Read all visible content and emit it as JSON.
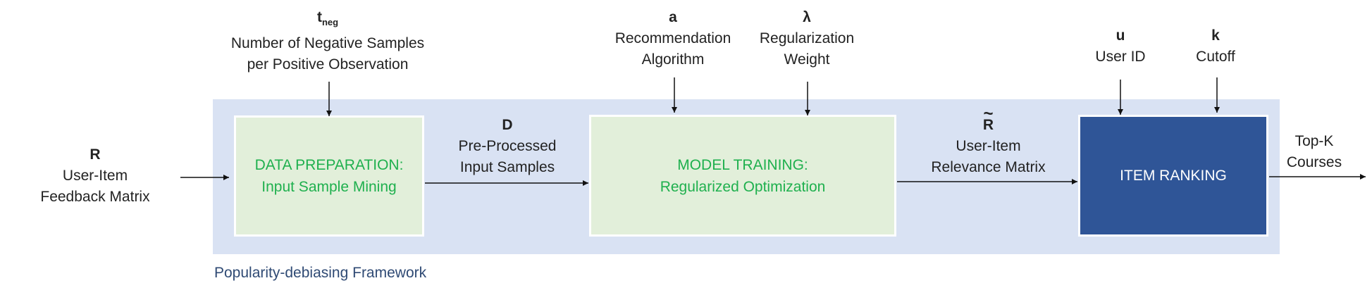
{
  "framework": {
    "label": "Popularity-debiasing Framework"
  },
  "input": {
    "symbol": "R",
    "line1": "User-Item",
    "line2": "Feedback Matrix"
  },
  "boxes": {
    "data_prep": {
      "line1": "DATA PREPARATION:",
      "line2": "Input Sample Mining"
    },
    "model_training": {
      "line1": "MODEL TRAINING:",
      "line2": "Regularized Optimization"
    },
    "item_ranking": {
      "line1": "ITEM RANKING"
    }
  },
  "params": {
    "tneg": {
      "symbol": "t",
      "sub": "neg",
      "line1": "Number of Negative Samples",
      "line2": "per Positive Observation"
    },
    "a": {
      "symbol": "a",
      "line1": "Recommendation",
      "line2": "Algorithm"
    },
    "lambda": {
      "symbol": "λ",
      "line1": "Regularization",
      "line2": "Weight"
    },
    "u": {
      "symbol": "u",
      "line1": "User ID"
    },
    "k": {
      "symbol": "k",
      "line1": "Cutoff"
    }
  },
  "edges": {
    "d": {
      "symbol": "D",
      "line1": "Pre-Processed",
      "line2": "Input Samples"
    },
    "r_tilde": {
      "symbol": "R",
      "line1": "User-Item",
      "line2": "Relevance Matrix"
    }
  },
  "output": {
    "line1": "Top-K",
    "line2": "Courses"
  },
  "colors": {
    "frame": "#d9e2f3",
    "green_box": "#e2efda",
    "green_text": "#1fb04e",
    "blue_box": "#2f5597",
    "frame_label": "#2f4a74"
  }
}
